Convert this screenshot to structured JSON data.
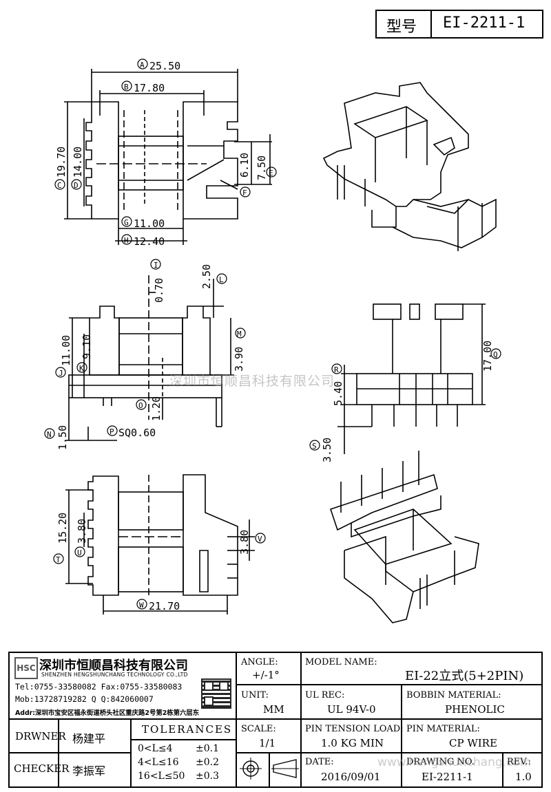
{
  "header": {
    "type_label": "型号",
    "model_code": "EI-2211-1"
  },
  "dimensions": {
    "A": {
      "letter": "A",
      "value": "25.50"
    },
    "B": {
      "letter": "B",
      "value": "17.80"
    },
    "C": {
      "letter": "C",
      "value": "19.70"
    },
    "D": {
      "letter": "D",
      "value": "14.00"
    },
    "E": {
      "letter": "E",
      "value": "7.50"
    },
    "F": {
      "letter": "F",
      "value": "6.10"
    },
    "G": {
      "letter": "G",
      "value": "11.00"
    },
    "H": {
      "letter": "H",
      "value": "12.40"
    },
    "I": {
      "letter": "I",
      "value": "0.70"
    },
    "J": {
      "letter": "J",
      "value": "11.00"
    },
    "K": {
      "letter": "K",
      "value": "9.10"
    },
    "L": {
      "letter": "L",
      "value": "2.50"
    },
    "M": {
      "letter": "M",
      "value": "3.90"
    },
    "N": {
      "letter": "N",
      "value": "1.50"
    },
    "O": {
      "letter": "O",
      "value": "1.20"
    },
    "P": {
      "letter": "P",
      "value": "SQ0.60"
    },
    "Q": {
      "letter": "Q",
      "value": "17.00"
    },
    "R": {
      "letter": "R",
      "value": "5.40"
    },
    "S": {
      "letter": "S",
      "value": "3.50"
    },
    "T": {
      "letter": "T",
      "value": "15.20"
    },
    "U": {
      "letter": "U",
      "value": "3.80"
    },
    "V": {
      "letter": "V",
      "value": "3.80"
    },
    "W": {
      "letter": "W",
      "value": "21.70"
    }
  },
  "watermark_center": "深圳市恒顺昌科技有限公司",
  "watermark_bottom": "www.hengshunchang.com",
  "company": {
    "logo_text": "HSC",
    "name_cn": "深圳市恒顺昌科技有限公司",
    "name_en": "SHENZHEN HENGSHUNCHANG TECHNOLOGY CO.,LTD",
    "tel_fax": "Tel:0755-33580082 Fax:0755-33580083",
    "mob_qq": "Mob:13728719282    Q  Q:842060007",
    "addr": "Addr:深圳市宝安区福永街道桥头社区重庆路2号第2栋第六层东"
  },
  "people": {
    "drawer_label": "DRWNER",
    "drawer_name": "杨建平",
    "checker_label": "CHECKER",
    "checker_name": "李振军"
  },
  "tolerances": {
    "title": "TOLERANCES",
    "rows": [
      {
        "range": "0<L≤4",
        "tol": "±0.1"
      },
      {
        "range": "4<L≤16",
        "tol": "±0.2"
      },
      {
        "range": "16<L≤50",
        "tol": "±0.3"
      }
    ]
  },
  "fields": {
    "angle_label": "ANGLE:",
    "angle_value": "+/-1°",
    "unit_label": "UNIT:",
    "unit_value": "MM",
    "scale_label": "SCALE:",
    "scale_value": "1/1",
    "model_label": "MODEL NAME:",
    "model_value": "EI-22立式(5+2PIN)",
    "ulrec_label": "UL REC:",
    "ulrec_value": "UL 94V-0",
    "bobbin_label": "BOBBIN MATERIAL:",
    "bobbin_value": "PHENOLIC",
    "pintension_label": "PIN TENSION LOAD:",
    "pintension_value": "1.0 KG MIN",
    "pinmat_label": "PIN MATERIAL:",
    "pinmat_value": "CP WIRE",
    "date_label": "DATE:",
    "date_value": "2016/09/01",
    "drawing_label": "DRAWING NO.",
    "drawing_value": "EI-2211-1",
    "rev_label": "REV.:",
    "rev_value": "1.0"
  }
}
